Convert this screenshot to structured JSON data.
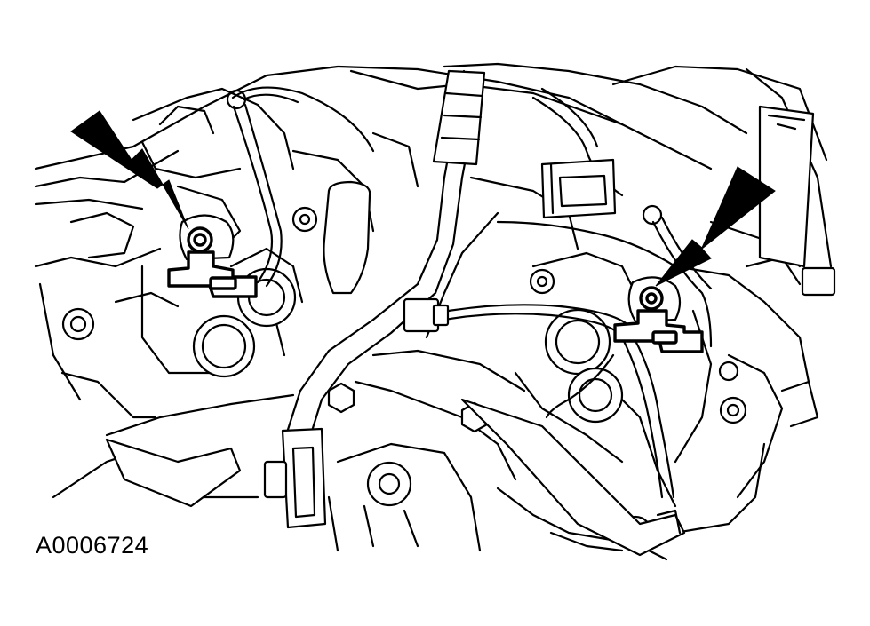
{
  "figure": {
    "id_label": "A0006724"
  },
  "colors": {
    "line": "#000000",
    "background": "#ffffff"
  },
  "callouts": [
    {
      "name": "left-knock-sensor",
      "icon": "pointer-arrow"
    },
    {
      "name": "right-knock-sensor",
      "icon": "pointer-arrow"
    }
  ]
}
